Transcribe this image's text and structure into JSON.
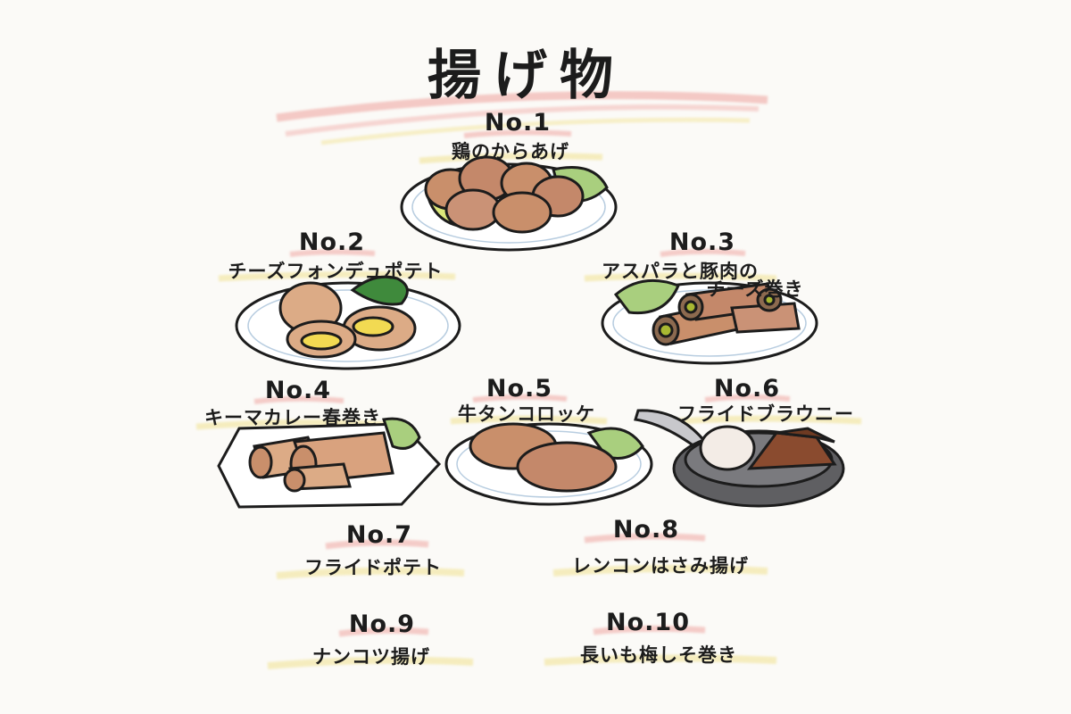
{
  "title": "揚げ物",
  "rankings": [
    {
      "number": "No.1",
      "name": "鶏のからあげ"
    },
    {
      "number": "No.2",
      "name": "チーズフォンデュポテト"
    },
    {
      "number": "No.3",
      "name": "アスパラと豚肉の",
      "name_line2": "チーズ巻き"
    },
    {
      "number": "No.4",
      "name": "キーマカレー春巻き"
    },
    {
      "number": "No.5",
      "name": "牛タンコロッケ"
    },
    {
      "number": "No.6",
      "name": "フライドブラウニー"
    },
    {
      "number": "No.7",
      "name": "フライドポテト"
    },
    {
      "number": "No.8",
      "name": "レンコンはさみ揚げ"
    },
    {
      "number": "No.9",
      "name": "ナンコツ揚げ"
    },
    {
      "number": "No.10",
      "name": "長いも梅しそ巻き"
    }
  ],
  "colors": {
    "ink": "#1c1c1c",
    "highlight_pink": "#f2b8b4",
    "highlight_yellow": "#f3e7a6",
    "fried_brown": "#c98f6b",
    "lettuce_green": "#a9cf7e",
    "cheese_yellow": "#f2da52",
    "pan_gray": "#5f5f62"
  }
}
